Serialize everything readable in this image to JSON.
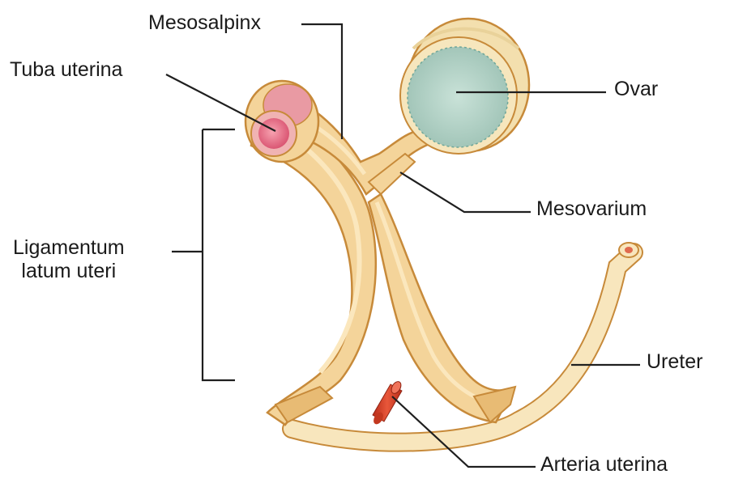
{
  "labels": {
    "mesosalpinx": "Mesosalpinx",
    "tuba_uterina": "Tuba uterina",
    "ovar": "Ovar",
    "mesovarium": "Mesovarium",
    "ligamentum_line1": "Ligamentum",
    "ligamentum_line2": "latum uteri",
    "ureter": "Ureter",
    "arteria_uterina": "Arteria uterina"
  },
  "colors": {
    "ligament_fill": "#f4d49a",
    "ligament_outline": "#c78a3a",
    "ligament_inner": "#fbe7bd",
    "ovary_shell": "#f3dfae",
    "ovary_core": "#b9d6cc",
    "tube_lumen": "#e8708a",
    "tube_wall": "#efa6a6",
    "ureter_fill": "#f8e6bd",
    "artery": "#d9432a",
    "leader_line": "#1f1f1f"
  }
}
